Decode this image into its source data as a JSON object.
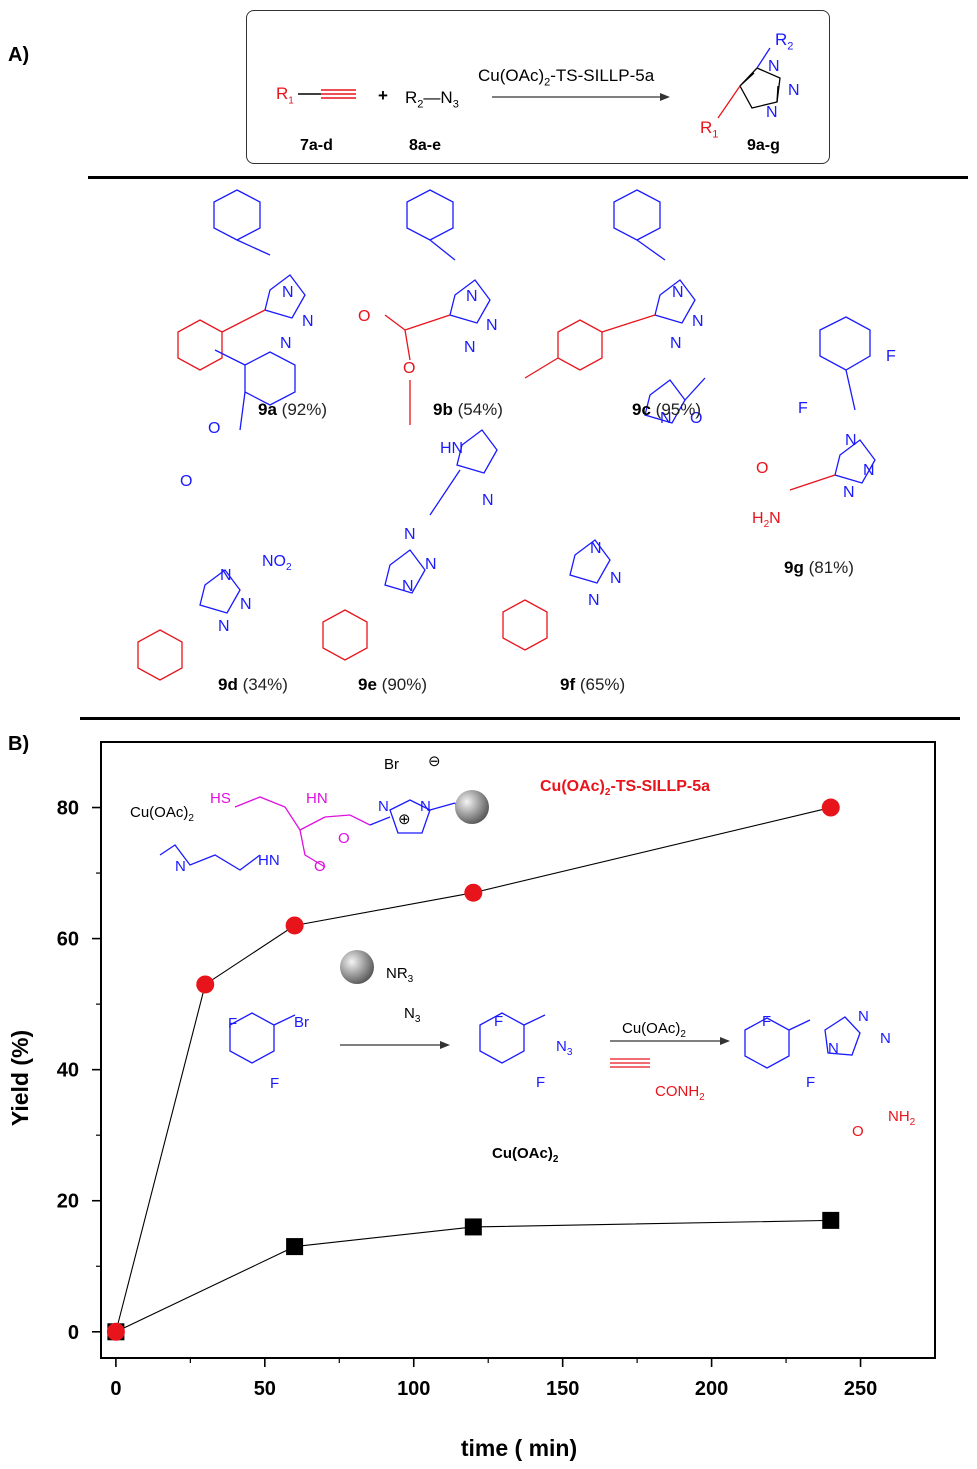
{
  "panel_a": {
    "label": "A)",
    "scheme": {
      "alkyne": "R",
      "alkyne_sub": "1",
      "plus": "+",
      "azide_r": "R",
      "azide_sub": "2",
      "azide_n": "N",
      "azide_n_sub": "3",
      "catalyst": "Cu(OAc)",
      "catalyst_sub": "2",
      "catalyst_suffix": "-TS-SILLP-5a",
      "label_alkyne": "7a-d",
      "label_azide": "8a-e",
      "label_product": "9a-g",
      "product_r1": "R",
      "product_r1_sub": "1",
      "product_r2": "R",
      "product_r2_sub": "2",
      "n": "N"
    },
    "compounds": [
      {
        "id": "9a",
        "yield": "(92%)"
      },
      {
        "id": "9b",
        "yield": "(54%)"
      },
      {
        "id": "9c",
        "yield": "(95%)"
      },
      {
        "id": "9g",
        "yield": "(81%)"
      },
      {
        "id": "9d",
        "yield": "(34%)"
      },
      {
        "id": "9e",
        "yield": "(90%)"
      },
      {
        "id": "9f",
        "yield": "(65%)"
      }
    ],
    "atoms": {
      "n": "N",
      "o": "O",
      "f": "F",
      "hn": "HN",
      "h2n": "H",
      "h2n_sub": "2",
      "h2n_n": "N",
      "no2": "NO",
      "no2_sub": "2"
    }
  },
  "panel_b": {
    "label": "B)",
    "series_label_main": "Cu(OAc)",
    "series_label_sub": "2",
    "series_label_suffix": "-TS-SILLP-5a",
    "catalyst_struct": {
      "cu": "Cu(OAc)",
      "cu_sub": "2",
      "hs": "HS",
      "hn": "HN",
      "br": "Br",
      "minus": "⊖",
      "plus": "⊕",
      "n": "N",
      "o": "O",
      "h": "H"
    },
    "inset": {
      "br": "Br",
      "f": "F",
      "nr3": "NR",
      "nr3_sub": "3",
      "n3": "N",
      "n3_sub": "3",
      "reagent": "Cu(OAc)",
      "reagent_sub": "2",
      "conh2": "CONH",
      "conh2_sub": "2",
      "nh2": "NH",
      "nh2_sub": "2",
      "cu_label": "Cu(OAc)",
      "cu_label_sub": "2",
      "n": "N",
      "o": "O"
    }
  },
  "colors": {
    "red": "#e8141b",
    "blue": "#1a1aff",
    "magenta": "#e010e0",
    "black": "#000000"
  },
  "chart_data": {
    "type": "line",
    "xlabel": "time ( min)",
    "ylabel": "Yield (%)",
    "xlim": [
      -5,
      275
    ],
    "ylim": [
      -4,
      90
    ],
    "xticks": [
      0,
      50,
      100,
      150,
      200,
      250
    ],
    "yticks": [
      0,
      20,
      40,
      60,
      80
    ],
    "grid": false,
    "series": [
      {
        "name": "Cu(OAc)2-TS-SILLP-5a",
        "marker": "circle",
        "color": "#e8141b",
        "x": [
          0,
          30,
          60,
          120,
          240
        ],
        "y": [
          0,
          53,
          62,
          67,
          80
        ]
      },
      {
        "name": "Cu(OAc)2",
        "marker": "square",
        "color": "#000000",
        "x": [
          0,
          60,
          120,
          240
        ],
        "y": [
          0,
          13,
          16,
          17
        ]
      }
    ]
  }
}
